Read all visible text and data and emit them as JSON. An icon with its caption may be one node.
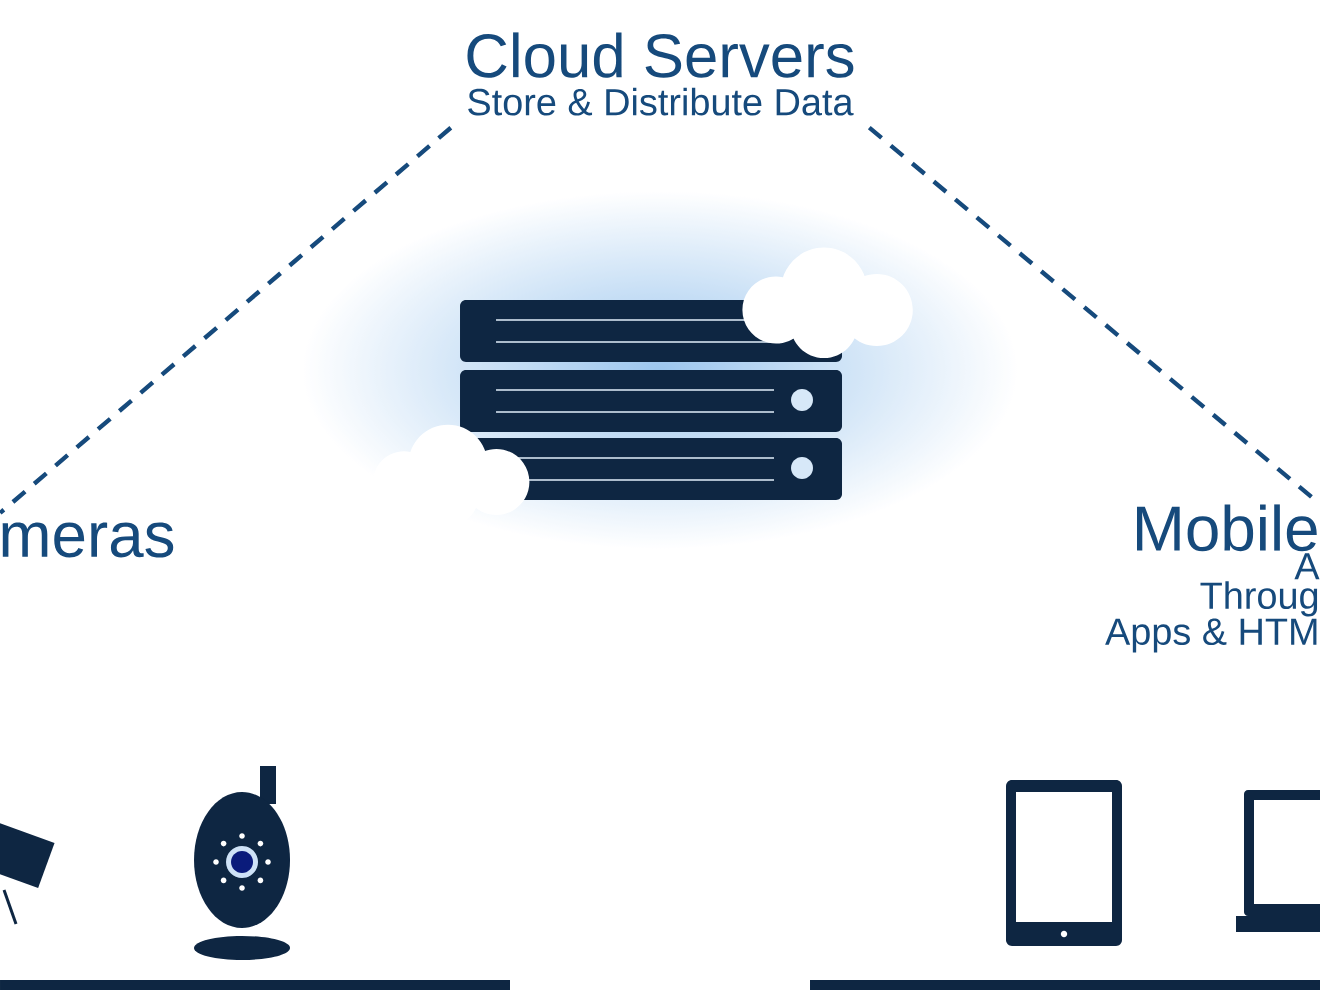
{
  "diagram": {
    "nodes": [
      {
        "text": [
          "Cloud Servers",
          "Store & Distribute Data"
        ]
      },
      {
        "text": [
          "meras"
        ]
      },
      {
        "text": [
          "Mobile",
          "A",
          "Throug",
          "Apps & HTM"
        ]
      }
    ],
    "edges": [
      {
        "from": 0,
        "to": 1,
        "arrow": "none",
        "style": "dashed"
      },
      {
        "from": 0,
        "to": 2,
        "arrow": "none",
        "style": "dashed"
      }
    ]
  }
}
